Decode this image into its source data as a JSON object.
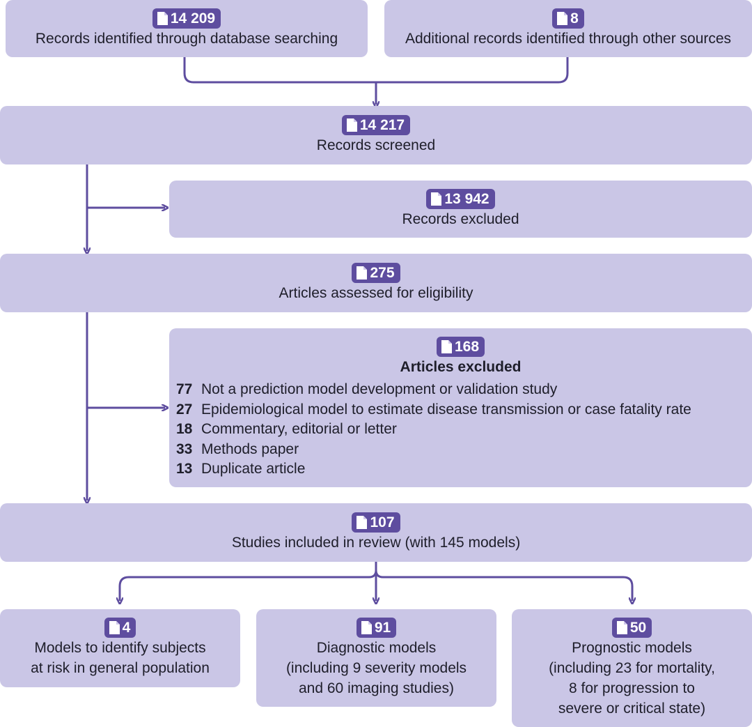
{
  "sources": [
    {
      "count": "14 209",
      "label": "Records identified through database searching"
    },
    {
      "count": "8",
      "label": "Additional records identified through other sources"
    }
  ],
  "screened": {
    "count": "14 217",
    "label": "Records screened"
  },
  "excluded_records": {
    "count": "13 942",
    "label": "Records excluded"
  },
  "assessed": {
    "count": "275",
    "label": "Articles assessed for eligibility"
  },
  "excluded_articles": {
    "count": "168",
    "title": "Articles excluded",
    "reasons": [
      {
        "n": "77",
        "text": "Not a prediction model development or validation study"
      },
      {
        "n": "27",
        "text": "Epidemiological model to estimate disease transmission or case fatality rate"
      },
      {
        "n": "18",
        "text": "Commentary, editorial or letter"
      },
      {
        "n": "33",
        "text": "Methods paper"
      },
      {
        "n": "13",
        "text": "Duplicate article"
      }
    ]
  },
  "included": {
    "count": "107",
    "label": "Studies included in review (with 145 models)"
  },
  "outcomes": [
    {
      "count": "4",
      "lines": [
        "Models to identify subjects",
        "at risk in general population"
      ]
    },
    {
      "count": "91",
      "lines": [
        "Diagnostic models",
        "(including 9 severity models",
        "and 60 imaging studies)"
      ]
    },
    {
      "count": "50",
      "lines": [
        "Prognostic models",
        "(including 23 for mortality,",
        "8 for progression to",
        "severe or critical state)"
      ]
    }
  ],
  "colors": {
    "box": "#cac6e6",
    "badge": "#5e4d9f",
    "arrow": "#5e4d9f"
  },
  "icon": "document-icon"
}
